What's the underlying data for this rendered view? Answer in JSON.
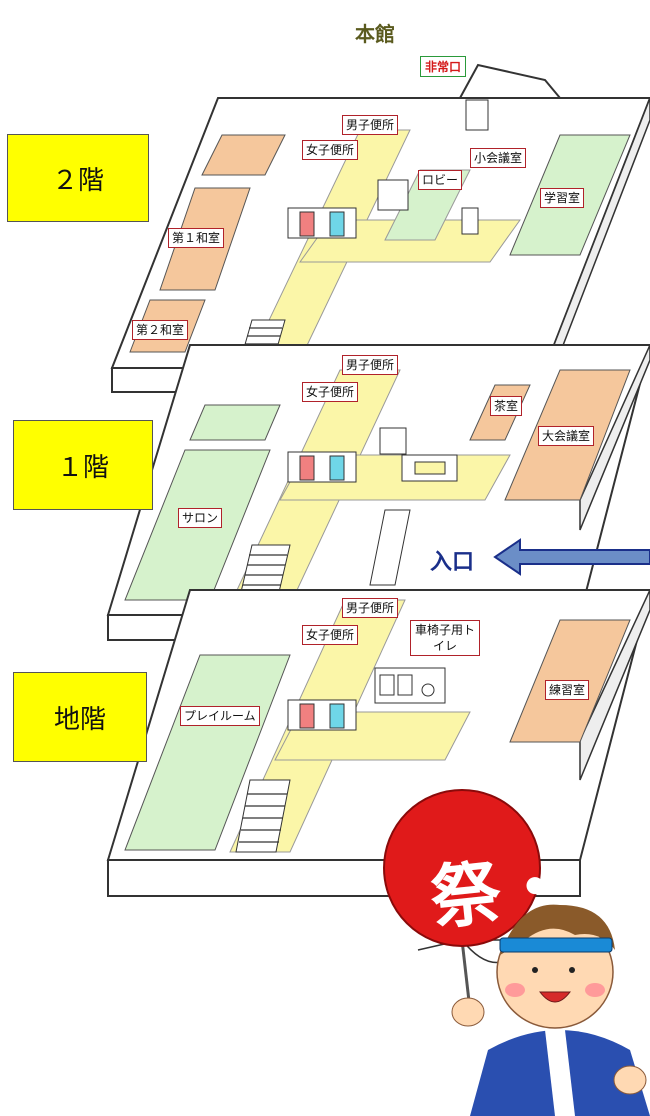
{
  "map": {
    "building_title": "本館",
    "exit_label": "非常口",
    "entrance_label": "入口",
    "floors": [
      {
        "id": "2f",
        "badge": "２階",
        "rooms": {
          "mens_restroom": "男子便所",
          "womens_restroom": "女子便所",
          "lobby": "ロビー",
          "small_meeting_room": "小会議室",
          "study_room": "学習室",
          "japanese_room_1": "第１和室",
          "japanese_room_2": "第２和室"
        }
      },
      {
        "id": "1f",
        "badge": "１階",
        "rooms": {
          "mens_restroom": "男子便所",
          "womens_restroom": "女子便所",
          "tea_room": "茶室",
          "large_meeting_room": "大会議室",
          "salon": "サロン"
        }
      },
      {
        "id": "b1",
        "badge": "地階",
        "rooms": {
          "mens_restroom": "男子便所",
          "womens_restroom": "女子便所",
          "wheelchair_toilet": "車椅子用トイレ",
          "practice_room": "練習室",
          "play_room": "プレイルーム"
        }
      }
    ],
    "mascot_fan_text": "祭・",
    "colors": {
      "floor_badge": "#ffff00",
      "hallway": "#fbf6a8",
      "tatami": "#f5c79c",
      "green_room": "#d6f2cc",
      "label_border": "#b0222a",
      "entrance_arrow": "#1a2f8a"
    }
  }
}
